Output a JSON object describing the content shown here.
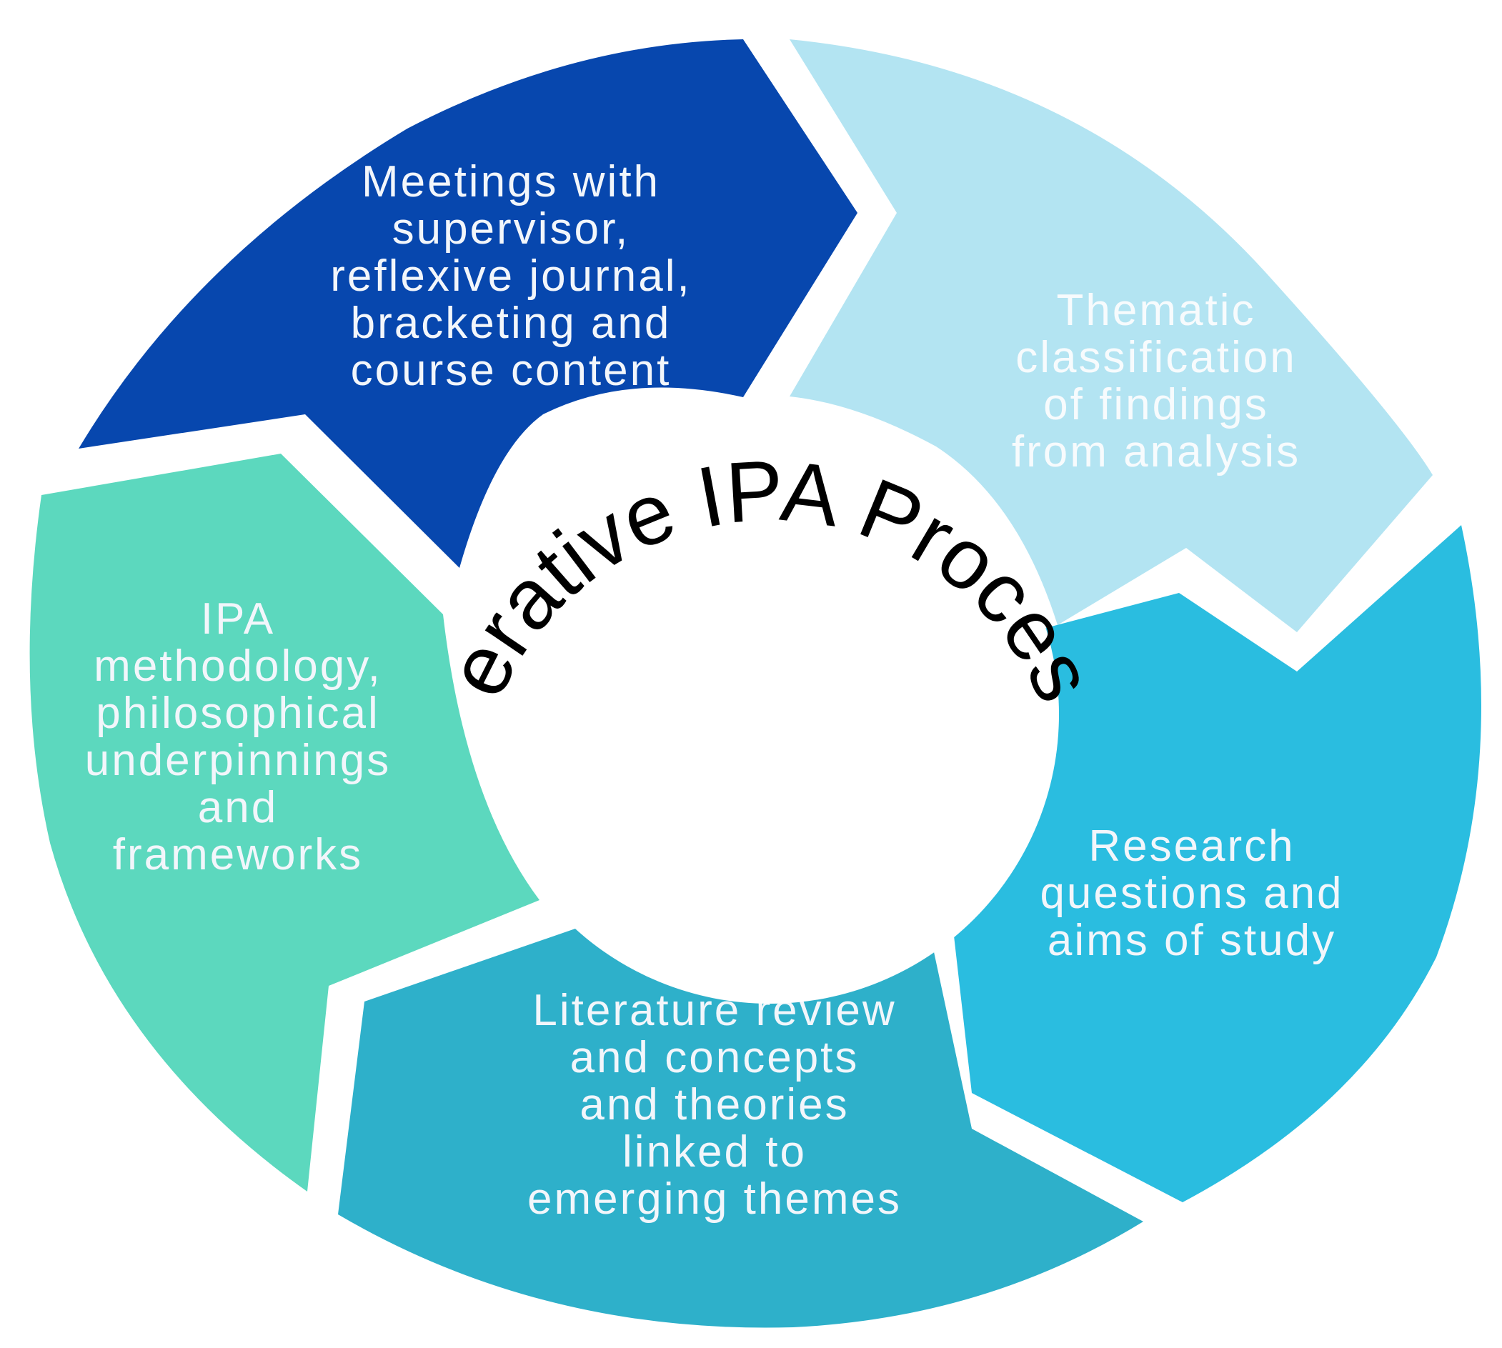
{
  "title": "Iterative IPA Process",
  "colors": {
    "meetings": "#0747AE",
    "thematic": "#B3E4F2",
    "research": "#2ABDE0",
    "literature": "#2EB0CA",
    "methodology": "#5CD8BE",
    "text_light": "#F2F6FB",
    "text_faded": "#F7FBFD"
  },
  "segments": [
    {
      "id": "meetings",
      "lines": [
        "Meetings with",
        "supervisor,",
        "reflexive journal,",
        "bracketing and",
        "course content"
      ]
    },
    {
      "id": "thematic",
      "lines": [
        "Thematic",
        "classification",
        "of findings",
        "from analysis"
      ]
    },
    {
      "id": "research",
      "lines": [
        "Research",
        "questions and",
        "aims of study"
      ]
    },
    {
      "id": "literature",
      "lines": [
        "Literature review",
        "and concepts",
        "and theories",
        "linked to",
        "emerging themes"
      ]
    },
    {
      "id": "methodology",
      "lines": [
        "IPA",
        "methodology,",
        "philosophical",
        "underpinnings",
        "and",
        "frameworks"
      ]
    }
  ]
}
